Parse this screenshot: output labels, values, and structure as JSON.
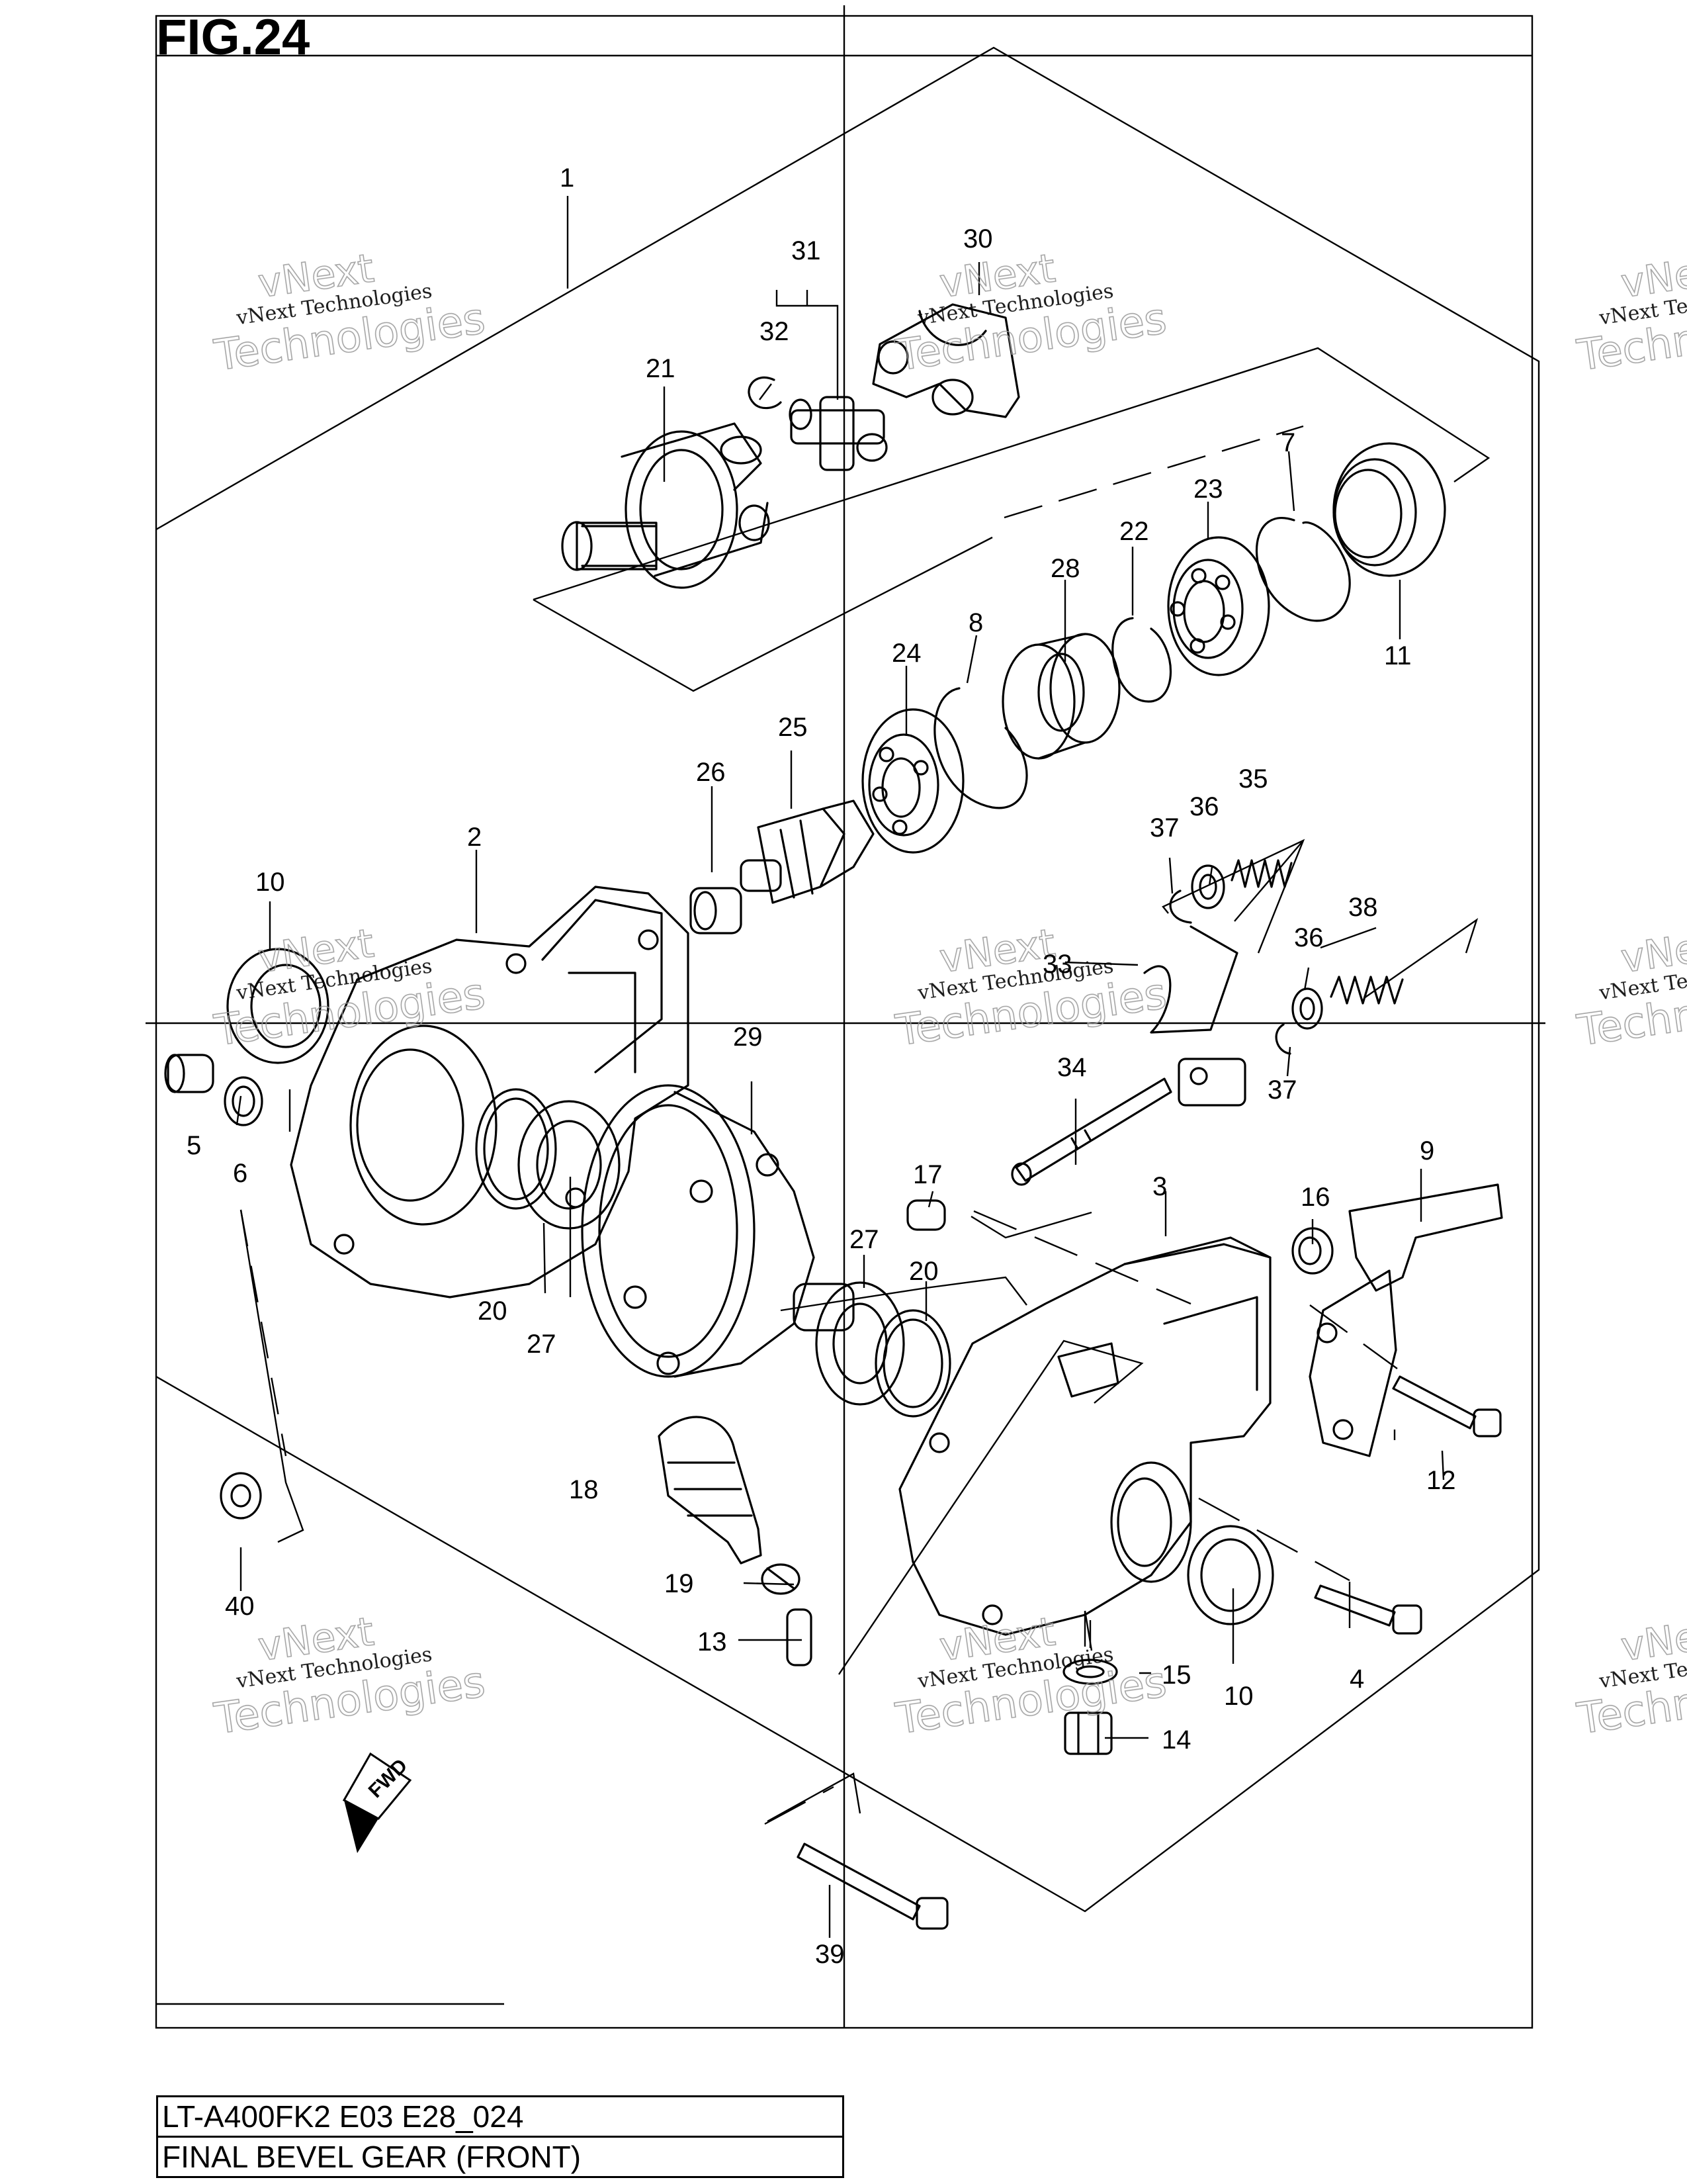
{
  "figure": {
    "title": "FIG.24",
    "caption_model": "LT-A400FK2 E03 E28_024",
    "caption_name": "FINAL BEVEL GEAR (FRONT)",
    "fwd_label": "FWD"
  },
  "watermark": {
    "small": "vNext Technologies",
    "big_top": "vNext",
    "big_bottom": "Technologies"
  },
  "callouts": {
    "c1": "1",
    "c2": "2",
    "c3": "3",
    "c4": "4",
    "c5": "5",
    "c6": "6",
    "c7": "7",
    "c8": "8",
    "c9": "9",
    "c10a": "10",
    "c10b": "10",
    "c11": "11",
    "c12": "12",
    "c13": "13",
    "c14": "14",
    "c15": "15",
    "c16": "16",
    "c17": "17",
    "c18": "18",
    "c19": "19",
    "c20a": "20",
    "c20b": "20",
    "c21": "21",
    "c22": "22",
    "c23": "23",
    "c24": "24",
    "c25": "25",
    "c26": "26",
    "c27a": "27",
    "c27b": "27",
    "c28": "28",
    "c29": "29",
    "c30": "30",
    "c31": "31",
    "c32": "32",
    "c33": "33",
    "c34": "34",
    "c35": "35",
    "c36a": "36",
    "c36b": "36",
    "c37a": "37",
    "c37b": "37",
    "c38": "38",
    "c39": "39",
    "c40": "40"
  }
}
